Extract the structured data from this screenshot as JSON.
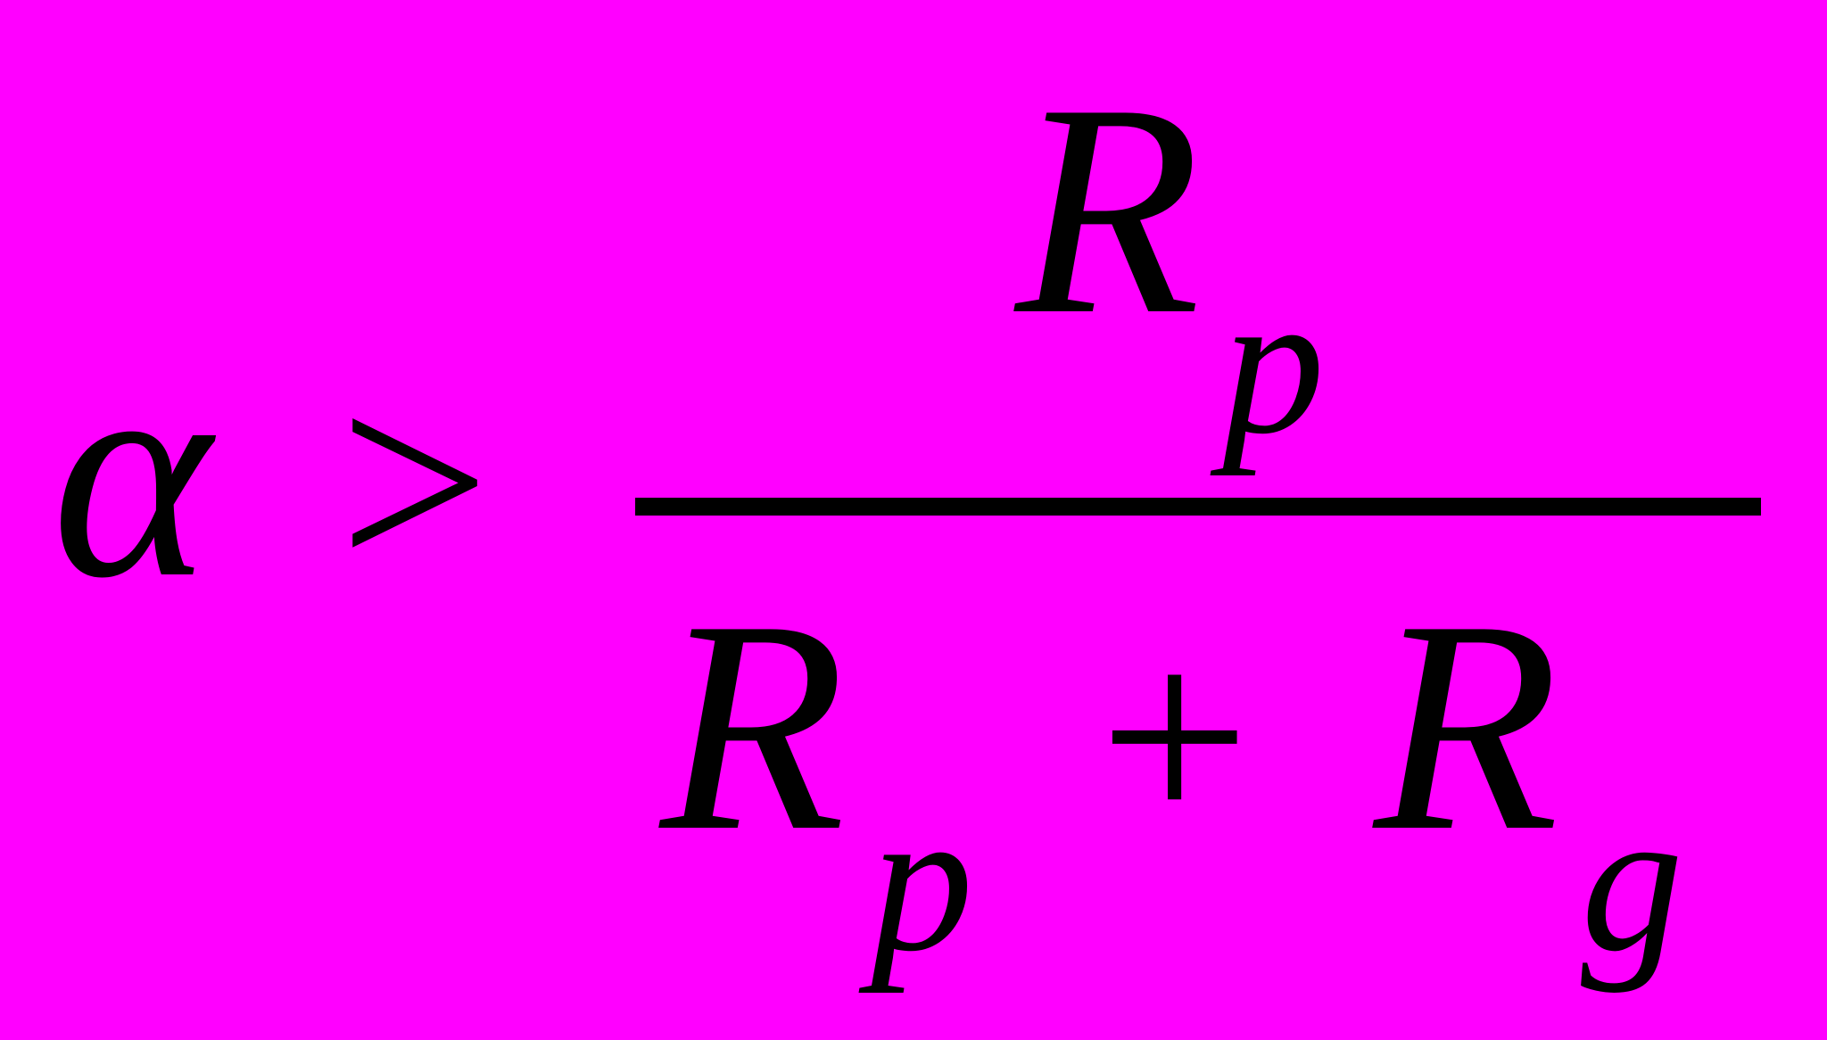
{
  "colors": {
    "background": "#ff00ff",
    "ink": "#000000"
  },
  "formula": {
    "lhs": "α",
    "operator": ">",
    "numerator": {
      "symbol": "R",
      "subscript": "p"
    },
    "denominator": {
      "term1": {
        "symbol": "R",
        "subscript": "p"
      },
      "operator": "+",
      "term2": {
        "symbol": "R",
        "subscript": "g"
      }
    }
  }
}
